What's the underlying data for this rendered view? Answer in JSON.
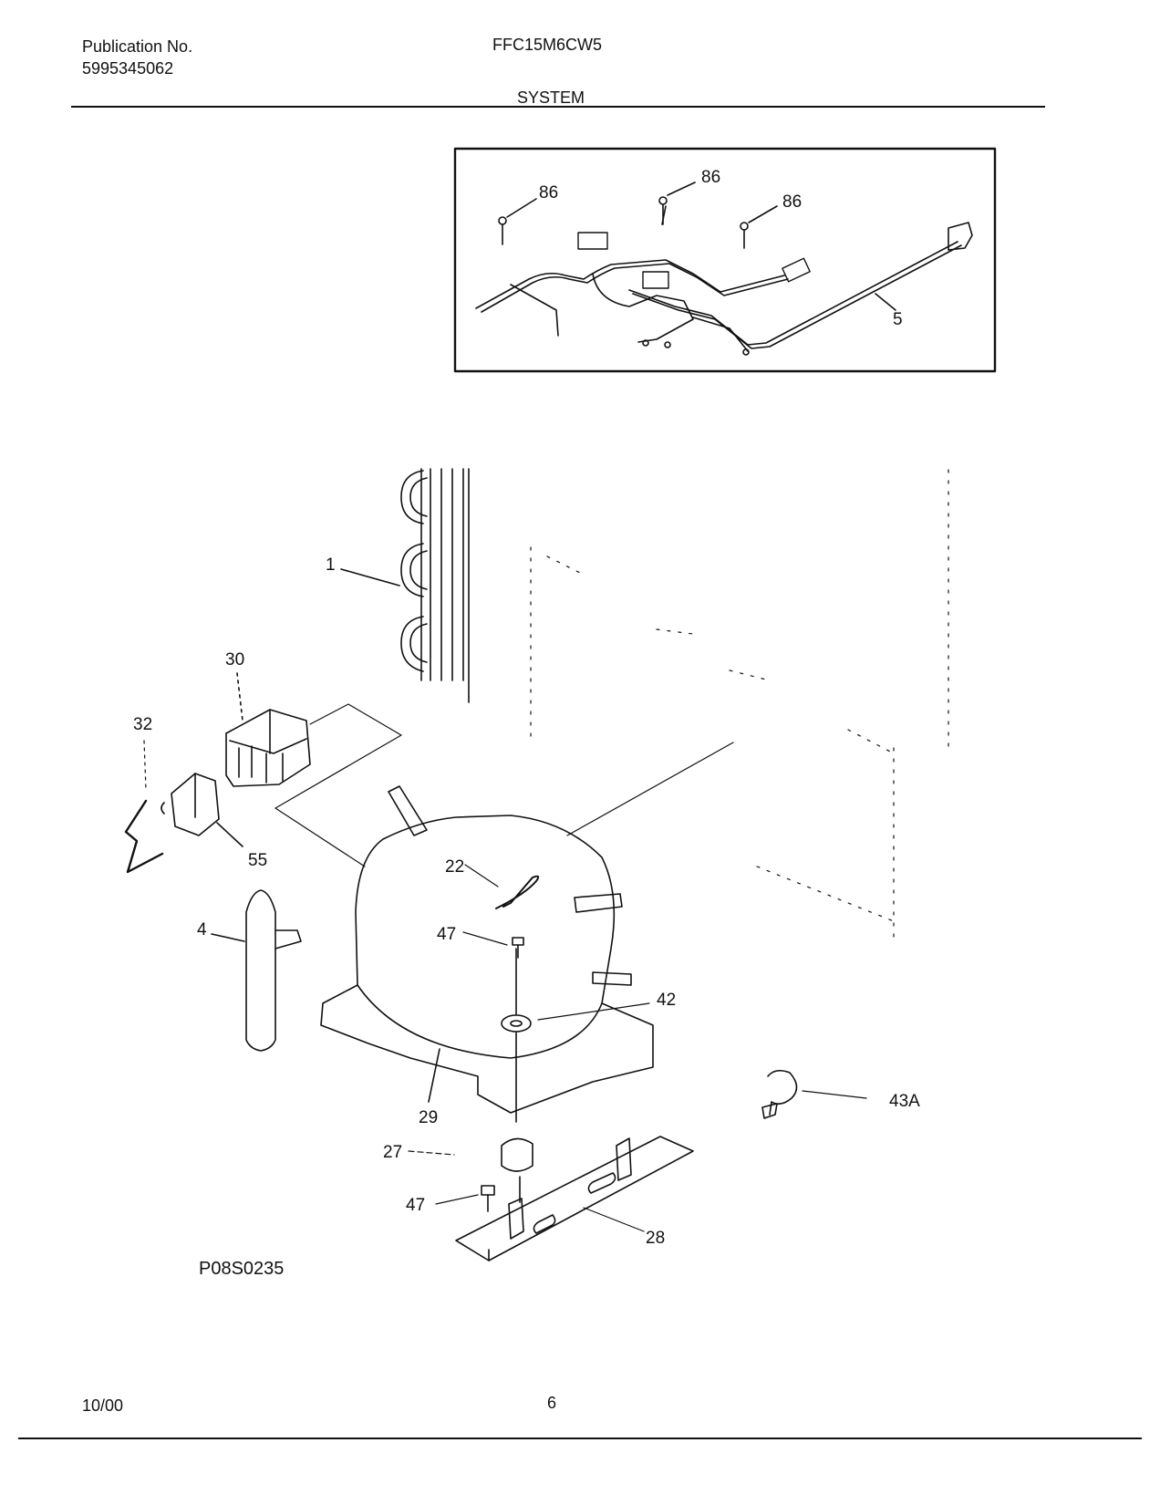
{
  "header": {
    "publication_label": "Publication No.",
    "publication_number": "5995345062",
    "model": "FFC15M6CW5",
    "section": "SYSTEM"
  },
  "diagram": {
    "drawing_code": "P08S0235",
    "callouts": {
      "c86a": "86",
      "c86b": "86",
      "c86c": "86",
      "c5": "5",
      "c1": "1",
      "c30": "30",
      "c32": "32",
      "c55": "55",
      "c4": "4",
      "c22": "22",
      "c47a": "47",
      "c42": "42",
      "c29": "29",
      "c43a": "43A",
      "c27": "27",
      "c47b": "47",
      "c28": "28"
    }
  },
  "footer": {
    "date": "10/00",
    "page": "6"
  }
}
